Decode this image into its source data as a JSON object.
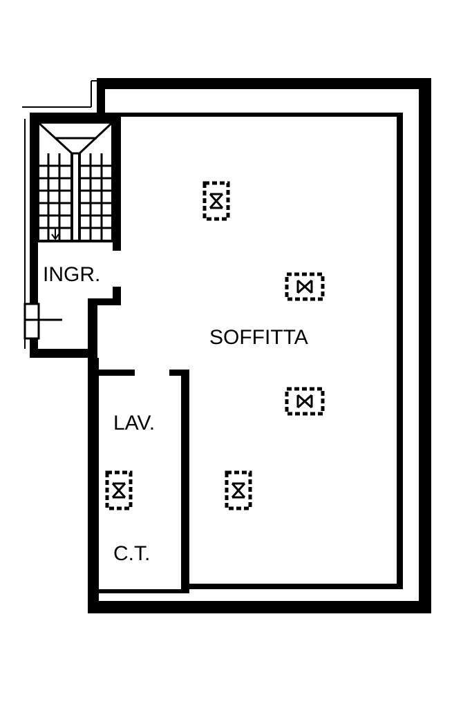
{
  "rooms": {
    "entrance": "INGR.",
    "attic": "SOFFITTA",
    "laundry": "LAV.",
    "boiler": "C.T."
  },
  "colors": {
    "wall": "#000000",
    "background": "#ffffff"
  },
  "icons": [
    "skylight-icon",
    "stair-arrow-icon"
  ]
}
